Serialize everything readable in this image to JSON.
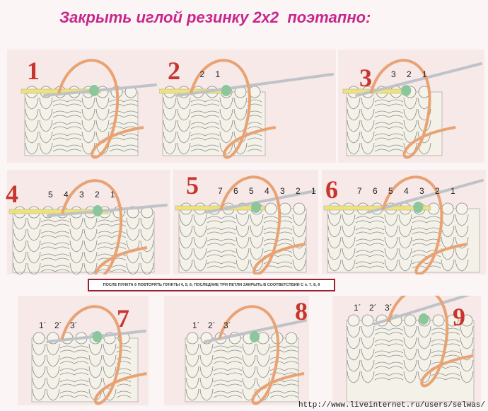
{
  "title": "Закрыть иглой резинку 2х2  поэтапно:",
  "note": "ПОСЛЕ ПУНКТА 6 ПОВТОРЯТЬ ПУНКТЫ 4, 5, 6; ПОСЛЕДНИЕ ТРИ ПЕТЛИ ЗАКРЫТЬ В СООТВЕТСТВИИ С п. 7, 8, 9",
  "watermark": "http://www.liveinternet.ru/users/selwas/",
  "colors": {
    "yarn": "#e9a273",
    "needle": "#bfc3c7",
    "loop": "#8cc79b",
    "knitting_needle": "#efe27a",
    "title": "#c8268c",
    "step": "#c8352e"
  },
  "steps": [
    {
      "number": "1",
      "labels": []
    },
    {
      "number": "2",
      "labels": [
        "2",
        "1"
      ]
    },
    {
      "number": "3",
      "labels": [
        "3",
        "2",
        "1"
      ]
    },
    {
      "number": "4",
      "labels": [
        "5",
        "4",
        "3",
        "2",
        "1"
      ]
    },
    {
      "number": "5",
      "labels": [
        "7",
        "6",
        "5",
        "4",
        "3",
        "2",
        "1"
      ]
    },
    {
      "number": "6",
      "labels": [
        "7",
        "6",
        "5",
        "4",
        "3",
        "2",
        "1"
      ]
    },
    {
      "number": "7",
      "labels": [
        "1´",
        "2´",
        "3´"
      ]
    },
    {
      "number": "8",
      "labels": [
        "1´",
        "2´",
        "3´"
      ]
    },
    {
      "number": "9",
      "labels": [
        "1´",
        "2´",
        "3´"
      ]
    }
  ]
}
